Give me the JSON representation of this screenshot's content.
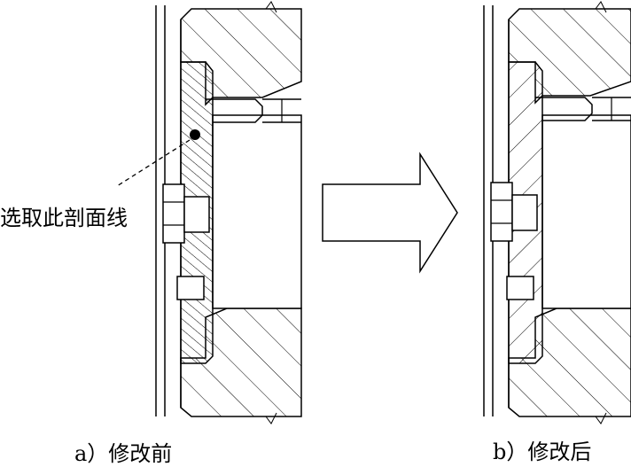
{
  "annotation": {
    "label": "选取此剖面线"
  },
  "captions": {
    "before": "a）修改前",
    "after": "b）修改后"
  },
  "arrow": {
    "direction": "right"
  }
}
